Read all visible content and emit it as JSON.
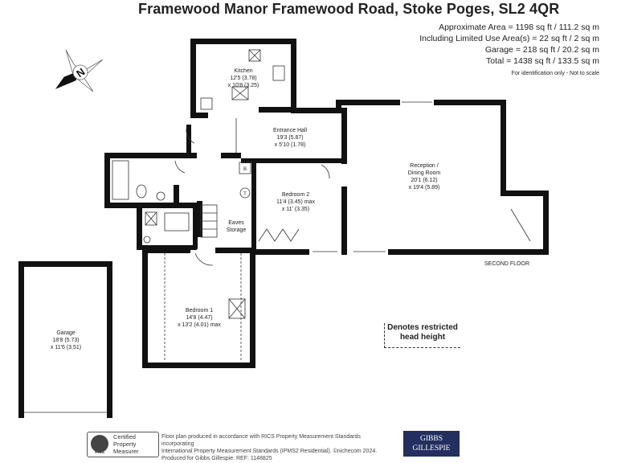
{
  "header": {
    "title": "Framewood Manor Framewood Road, Stoke Poges, SL2 4QR",
    "areas": [
      "Approximate Area = 1198 sq ft / 111.2 sq m",
      "Including Limited Use Area(s) = 22 sq ft / 2 sq m",
      "Garage = 218 sq ft / 20.2 sq m",
      "Total = 1438 sq ft / 133.5 sq m"
    ],
    "disclaimer": "For identification only - Not to scale"
  },
  "compass": {
    "label": "N"
  },
  "rooms": {
    "kitchen": {
      "name": "Kitchen",
      "dim1": "12'5 (3.78)",
      "dim2": "x 10'8 (3.25)"
    },
    "entrance_hall": {
      "name": "Entrance Hall",
      "dim1": "19'3 (5.87)",
      "dim2": "x 5'10 (1.78)"
    },
    "reception": {
      "name": "Reception /",
      "name2": "Dining Room",
      "dim1": "20'1 (6.12)",
      "dim2": "x 19'4 (5.89)"
    },
    "bedroom2": {
      "name": "Bedroom 2",
      "dim1": "11'4 (3.45) max",
      "dim2": "x 11' (3.35)"
    },
    "eaves": {
      "name": "Eaves",
      "name2": "Storage"
    },
    "bedroom1": {
      "name": "Bedroom 1",
      "dim1": "14'8 (4.47)",
      "dim2": "x 13'2 (4.01) max"
    },
    "garage": {
      "name": "Garage",
      "dim1": "18'8 (5.73)",
      "dim2": "x 11'6 (3.51)"
    }
  },
  "symbols": {
    "boiler": "B",
    "tank": "T"
  },
  "floor_label": "SECOND FLOOR",
  "restricted": {
    "line1": "Denotes restricted",
    "line2": "head height"
  },
  "footer": {
    "rics_badge": {
      "logo": "RICS",
      "line1": "Certified",
      "line2": "Property",
      "line3": "Measurer"
    },
    "note_lines": [
      "Floor plan produced in accordance with RICS Property Measurement Standards incorporating",
      "International Property Measurement Standards (IPMS2 Residential). ©nichecom 2024.",
      "Produced for Gibbs Gillespie.   REF: 1148825"
    ],
    "brand": {
      "line1": "GIBBS",
      "line2": "GILLESPIE"
    }
  },
  "colors": {
    "wall": "#111111",
    "brand": "#232f5e",
    "text": "#222222"
  }
}
